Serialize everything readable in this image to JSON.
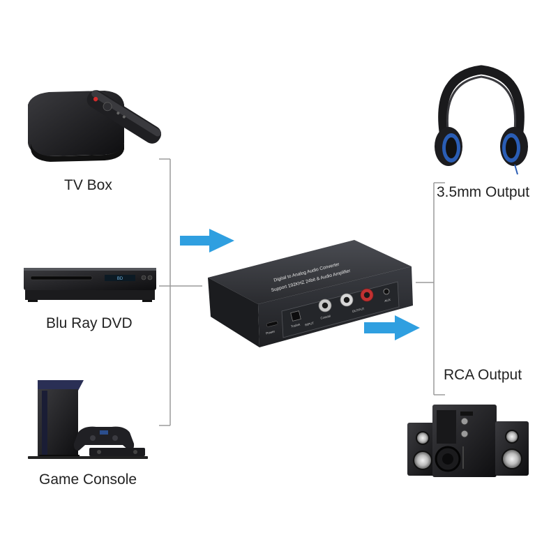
{
  "sources": [
    {
      "label": "TV Box",
      "icon": "tv-box-icon"
    },
    {
      "label": "Blu Ray DVD",
      "icon": "blu-ray-player-icon"
    },
    {
      "label": "Game Console",
      "icon": "game-console-icon"
    }
  ],
  "outputs": [
    {
      "label": "3.5mm Output",
      "icon": "headphones-icon"
    },
    {
      "label": "RCA Output",
      "icon": "speakers-icon"
    }
  ],
  "converter": {
    "title_line1": "Digital to Analog Audio Converter",
    "title_line2": "Support 192KHZ 24bit & Audio Amplifier",
    "port_power": "Power",
    "port_toslink": "Toslink",
    "port_input": "INPUT",
    "port_coaxial": "Coaxial",
    "port_output": "OUTPUT",
    "port_aux": "AUX"
  },
  "colors": {
    "arrow": "#2f9fe0",
    "connector_line": "#9a9a9a",
    "device_dark": "#2b2d31",
    "label_text": "#222222"
  }
}
